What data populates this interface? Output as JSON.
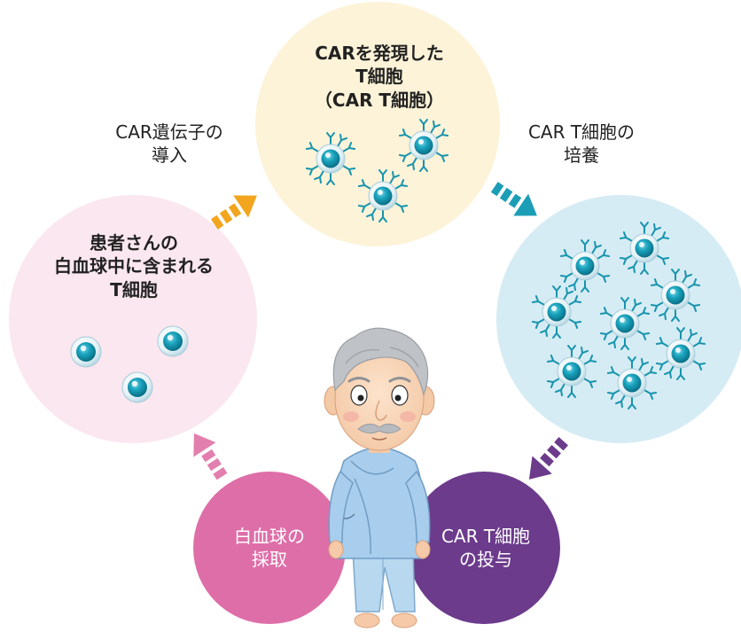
{
  "colors": {
    "top_circle": "#fdf3d8",
    "left_circle": "#fbe7ef",
    "right_circle": "#d6ecf4",
    "collect_circle": "#de6ea8",
    "administer_circle": "#6c3b8c",
    "arrow_orange": "#f2a51d",
    "arrow_teal": "#1b9eb5",
    "arrow_purple": "#6c3b8c",
    "arrow_pink": "#e27fae",
    "cell_teal": "#129ab6"
  },
  "labels": {
    "car_t_cells": [
      "CARを発現した",
      "T細胞",
      "（CAR T細胞）"
    ],
    "patient_t_cells": [
      "患者さんの",
      "白血球中に含まれる",
      "T細胞"
    ],
    "gene_transfer": [
      "CAR遺伝子の",
      "導入"
    ],
    "culture": [
      "CAR T細胞の",
      "培養"
    ],
    "collection": [
      "白血球の",
      "採取"
    ],
    "administration": [
      "CAR T細胞",
      "の投与"
    ]
  },
  "icons": {
    "plain_cell": "t-cell-icon",
    "car_cell": "car-t-cell-icon",
    "patient": "elderly-patient-illustration",
    "arrow": "dashed-arrow-icon"
  }
}
